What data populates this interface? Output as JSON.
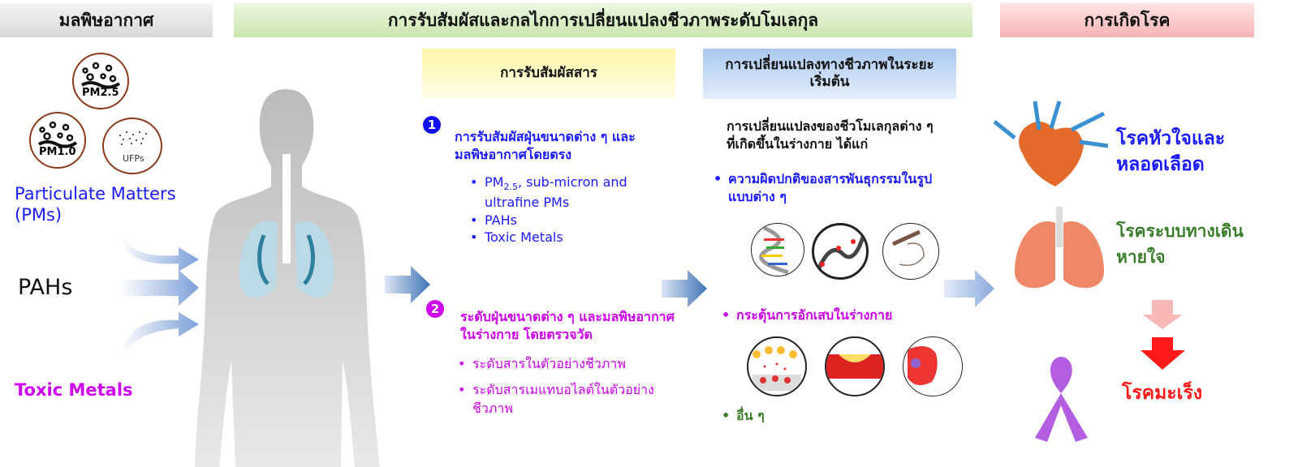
{
  "headers": {
    "air_pollution": "มลพิษอากาศ",
    "mechanism": "การรับสัมผัสและกลไกการเปลี่ยนแปลงชีวภาพระดับโมเลกุล",
    "disease": "การเกิดโรค"
  },
  "left": {
    "pm25": "PM2.5",
    "pm10": "PM1.0",
    "ufps": "UFPs",
    "pm_label": "Particulate Matters (PMs)",
    "pahs": "PAHs",
    "metals": "Toxic Metals"
  },
  "exposure": {
    "title": "การรับสัมผัสสาร",
    "item1": {
      "num": "1",
      "title": "การรับสัมผัสฝุ่นขนาดต่าง ๆ และมลพิษอากาศโดยตรง",
      "bullets": {
        "pm_main": "PM",
        "pm_sub": "2.5",
        "pm_rest": ", sub-micron and ultrafine PMs",
        "pahs": "PAHs",
        "metals": "Toxic Metals"
      }
    },
    "item2": {
      "num": "2",
      "title": "ระดับฝุ่นขนาดต่าง ๆ และมลพิษอากาศในร่างกาย โดยตรวจวัด",
      "bullets": [
        "ระดับสารในตัวอย่างชีวภาพ",
        "ระดับสารเมแทบอไลต์ในตัวอย่างชีวภาพ"
      ]
    }
  },
  "early": {
    "title": "การเปลี่ยนแปลงทางชีวภาพในระยะเริ่มต้น",
    "intro": "การเปลี่ยนแปลงของชีวโมเลกุลต่าง ๆ ที่เกิดขึ้นในร่างกาย ได้แก่",
    "genetic": "ความผิดปกติของสารพันธุกรรมในรูปแบบต่าง ๆ",
    "inflammation": "กระตุ้นการอักเสบในร่างกาย",
    "other": "อื่น ๆ"
  },
  "diseases": {
    "cardio": "โรคหัวใจและหลอดเลือด",
    "respiratory": "โรคระบบทางเดินหายใจ",
    "cancer": "โรคมะเร็ง"
  },
  "colors": {
    "blue": "#1a1aff",
    "magenta": "#cc00ee",
    "green": "#3a7d2a",
    "red": "#ff1a1a"
  }
}
